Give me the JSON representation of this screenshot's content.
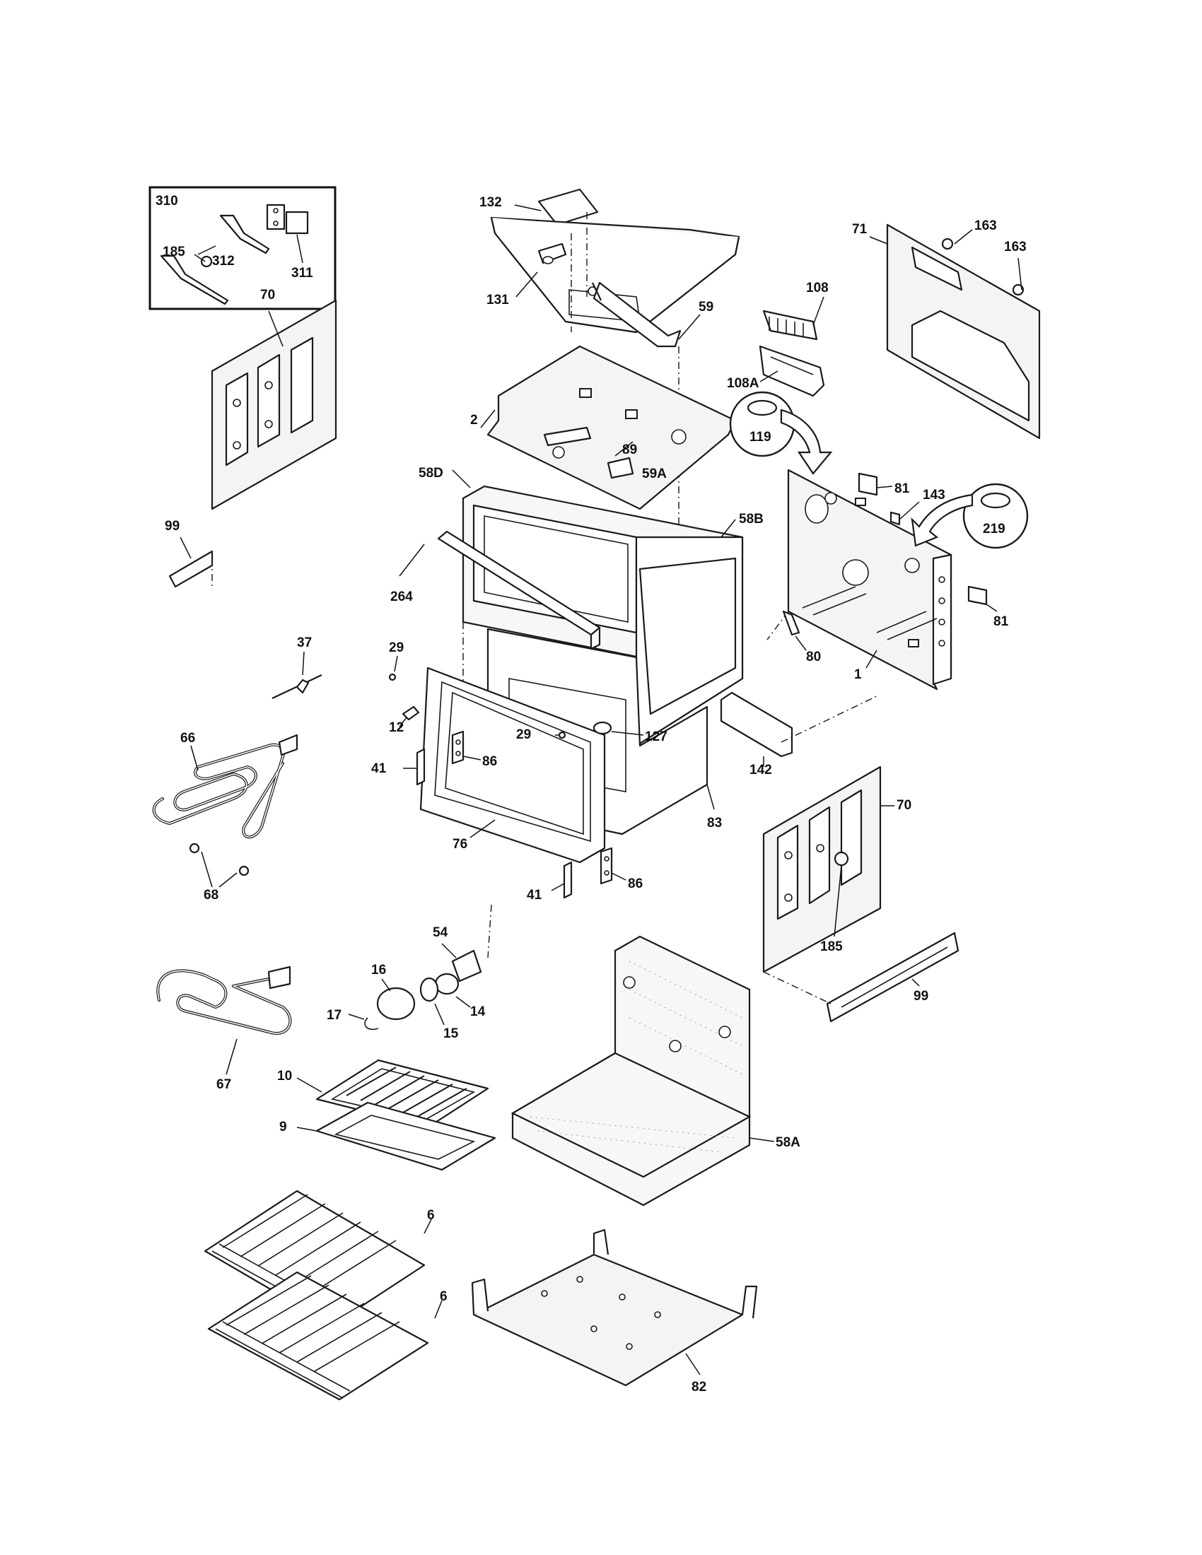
{
  "labels": {
    "l310": "310",
    "l311": "311",
    "l312": "312",
    "l132": "132",
    "l131": "131",
    "l59": "59",
    "l2": "2",
    "l89": "89",
    "l59A": "59A",
    "l58D": "58D",
    "l58B": "58B",
    "l58A": "58A",
    "l264": "264",
    "l108": "108",
    "l108A": "108A",
    "l119": "119",
    "l219": "219",
    "l71": "71",
    "l163a": "163",
    "l163b": "163",
    "l70a": "70",
    "l70b": "70",
    "l185a": "185",
    "l185b": "185",
    "l99a": "99",
    "l99b": "99",
    "l81a": "81",
    "l81b": "81",
    "l143": "143",
    "l80": "80",
    "l1": "1",
    "l37": "37",
    "l29a": "29",
    "l29b": "29",
    "l12": "12",
    "l127": "127",
    "l142": "142",
    "l66": "66",
    "l68": "68",
    "l41a": "41",
    "l41b": "41",
    "l86a": "86",
    "l86b": "86",
    "l76": "76",
    "l83": "83",
    "l54": "54",
    "l16": "16",
    "l14": "14",
    "l15": "15",
    "l17": "17",
    "l67": "67",
    "l10": "10",
    "l9": "9",
    "l6a": "6",
    "l6b": "6",
    "l82": "82"
  }
}
